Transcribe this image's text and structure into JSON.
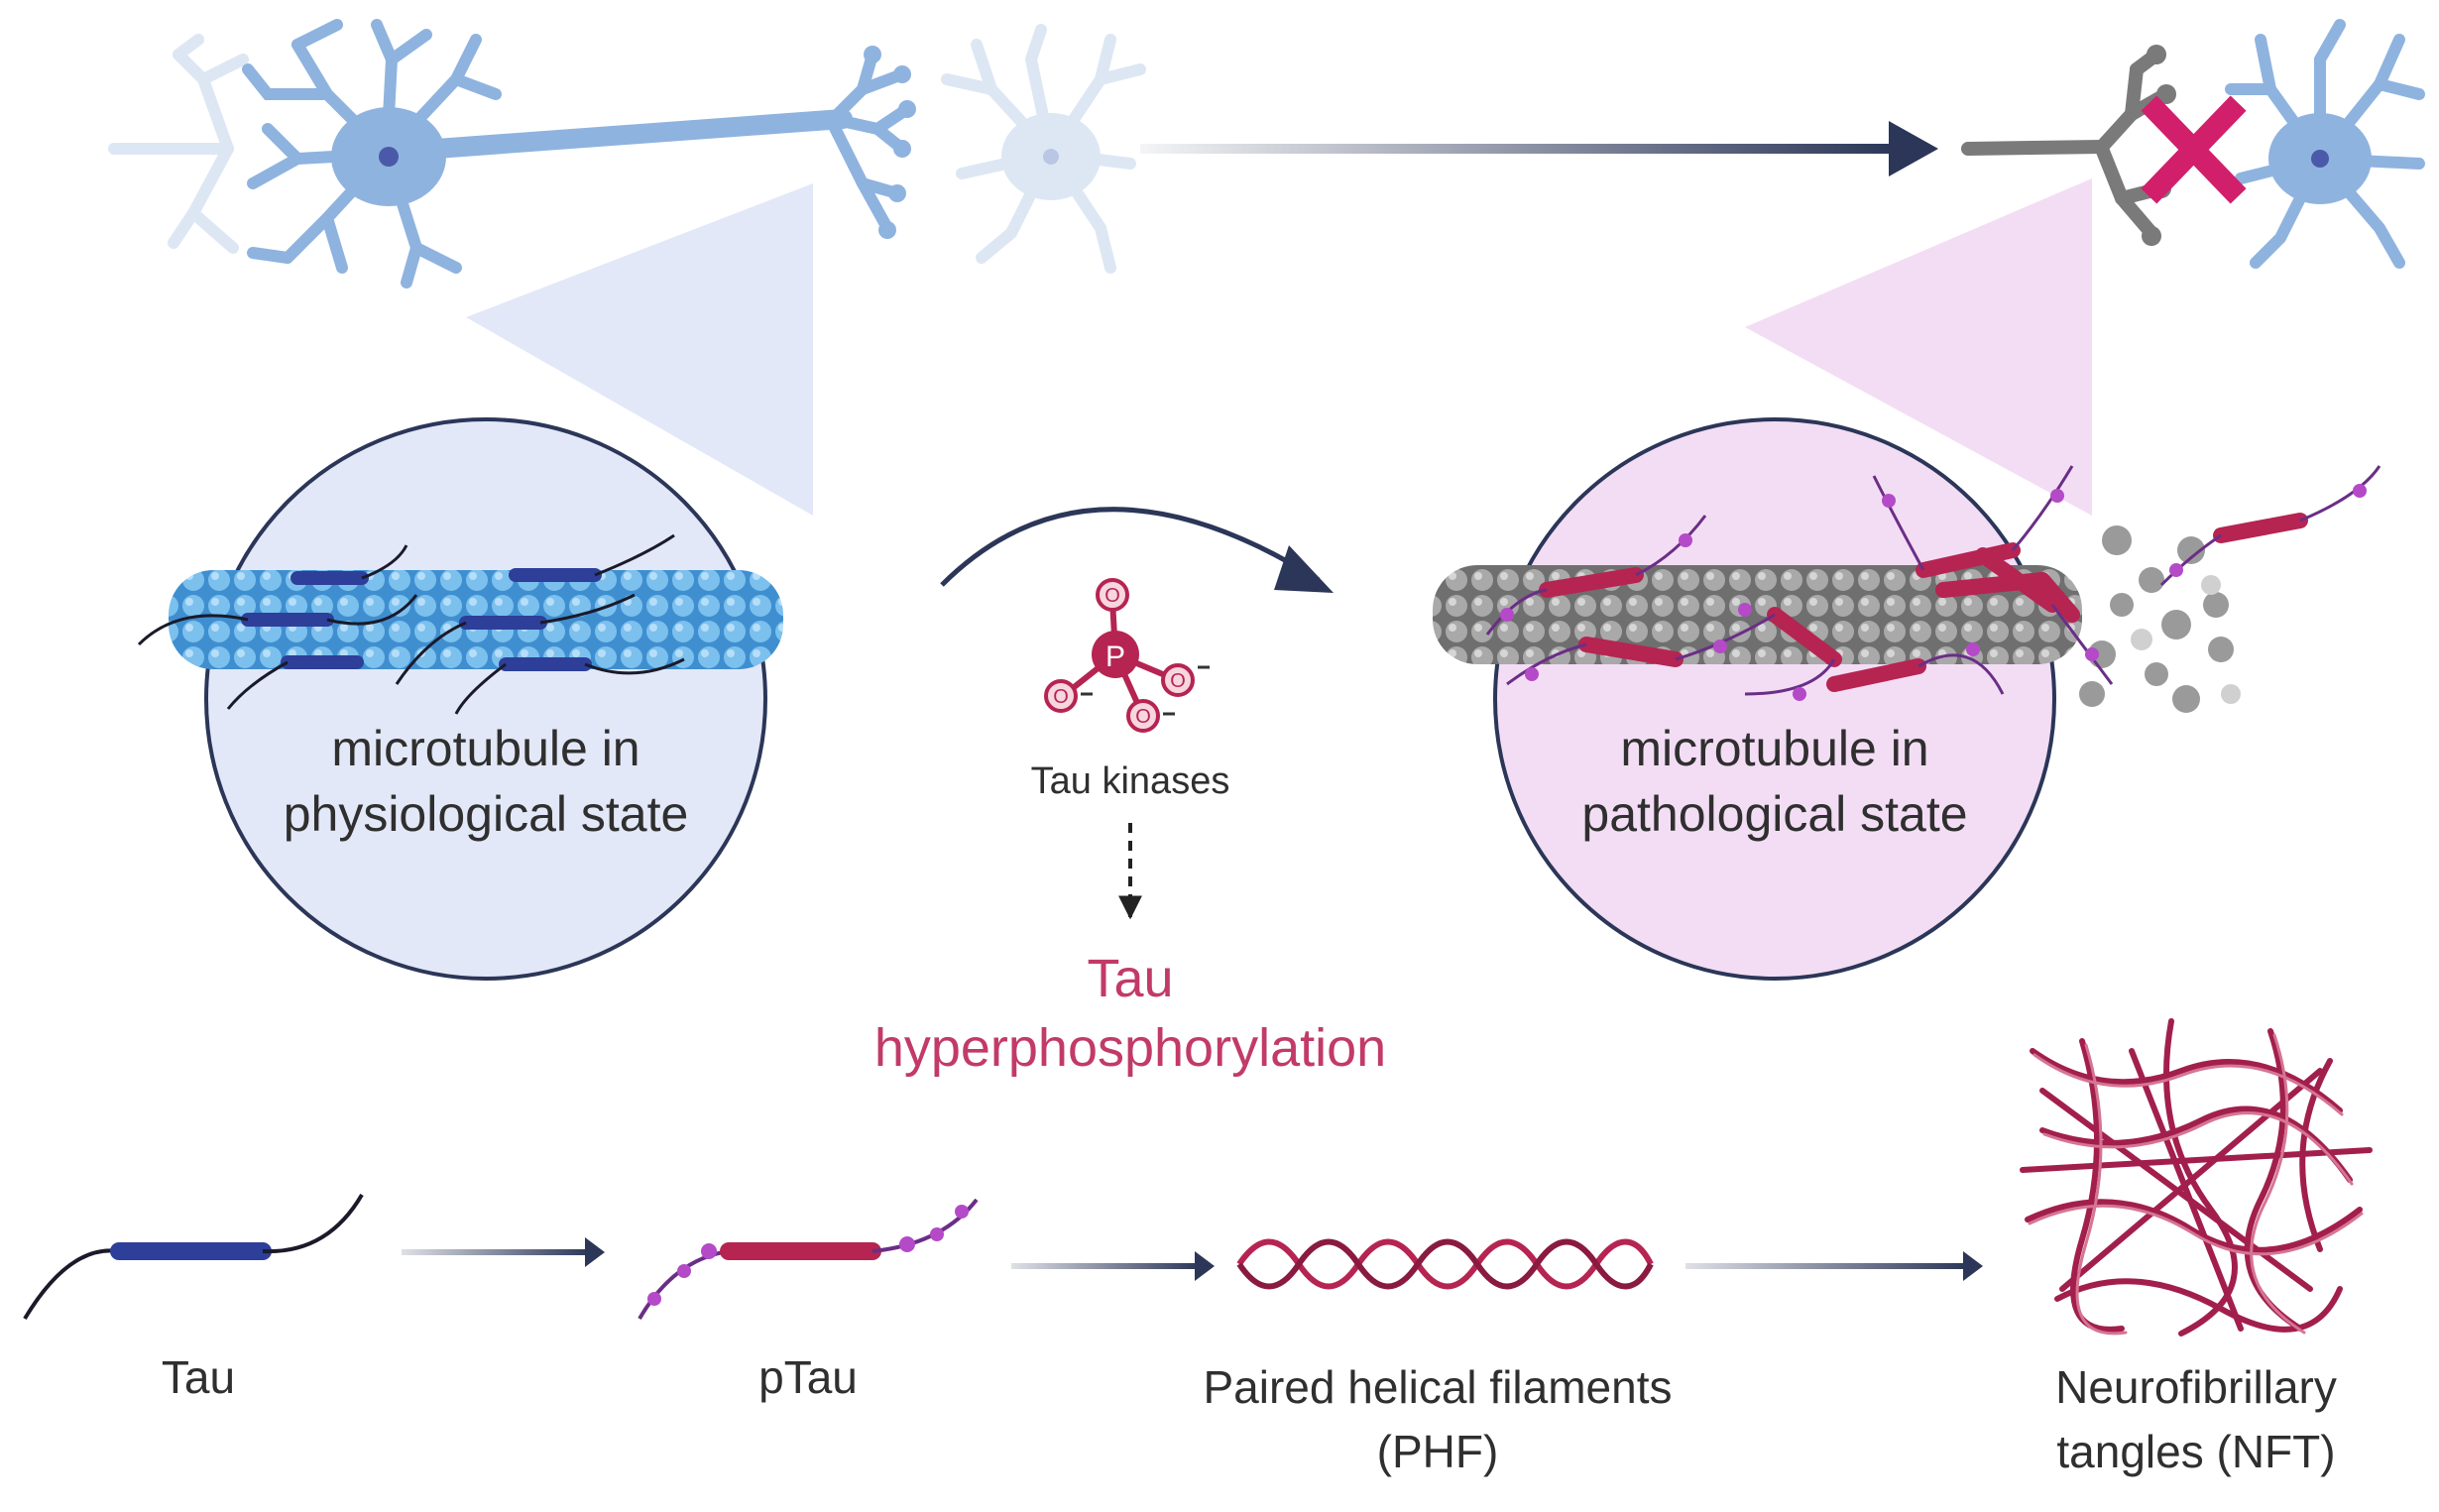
{
  "labels": {
    "physiological": [
      "microtubule in",
      "physiological state"
    ],
    "pathological": [
      "microtubule in",
      "pathological state"
    ],
    "kinases": "Tau kinases",
    "hyperphos": [
      "Tau",
      "hyperphosphorylation"
    ],
    "phosphate_atoms": {
      "p": "P",
      "o": "O"
    },
    "stages": {
      "tau": "Tau",
      "ptau": "pTau",
      "phf": [
        "Paired helical filaments",
        "(PHF)"
      ],
      "nft": [
        "Neurofibrillary",
        "tangles (NFT)"
      ]
    }
  },
  "colors": {
    "neuron_blue": "#8fb3df",
    "neuron_faded": "#dde7f4",
    "healthy_bg": "#e3e8f8",
    "disease_bg": "#f3ddf4",
    "arrow_navy": "#2b3658",
    "tau_magenta": "#b62452",
    "phospho_purple": "#b44ac8",
    "microtubule_blue": "#4e9edb",
    "microtubule_gray": "#8c8c8c",
    "label_pink": "#c23a69",
    "cross_pink": "#d11f6b"
  }
}
